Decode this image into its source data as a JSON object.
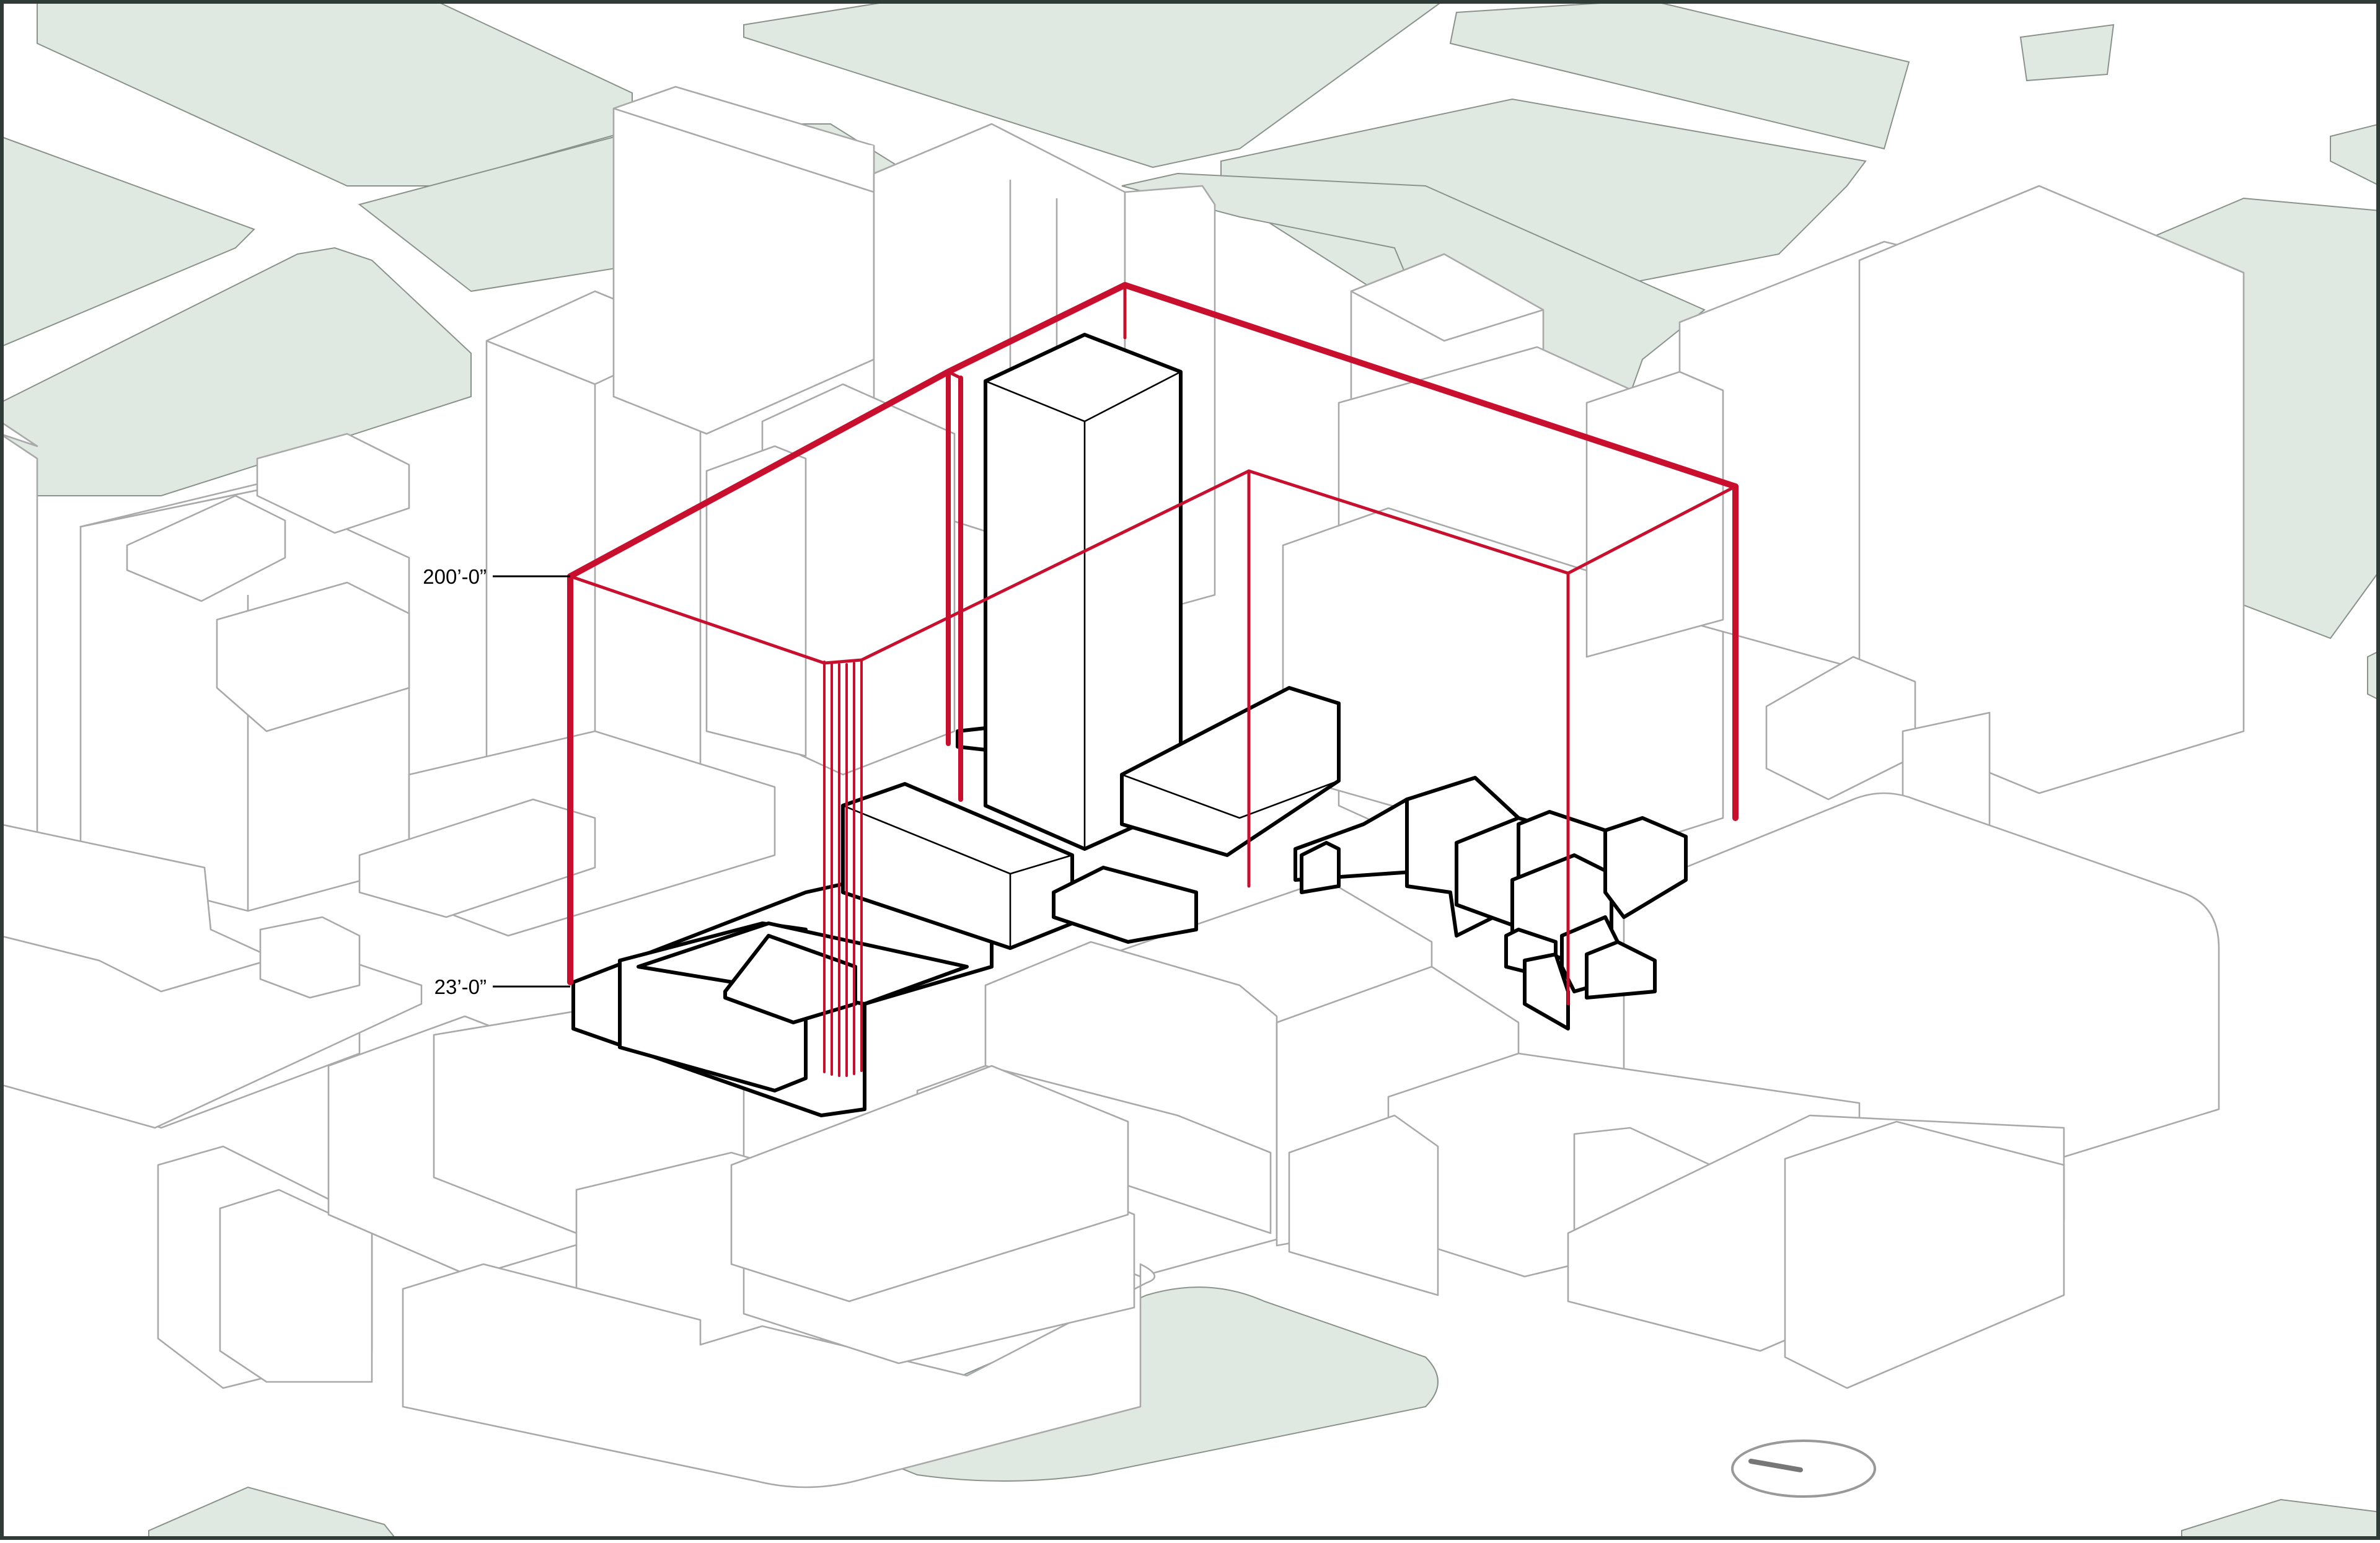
{
  "figure": {
    "kind": "isometric zoning envelope diagram",
    "colors": {
      "envelope": "#c8102e",
      "site_buildings": "#000000",
      "context_buildings": "#a9a9a9",
      "open_space": "#dfe8e1",
      "frame": "#2f3b36"
    }
  },
  "labels": {
    "height_max": "200’-0”",
    "height_base": "23’-0”"
  },
  "icons": {
    "compass": "north-arrow-icon"
  }
}
